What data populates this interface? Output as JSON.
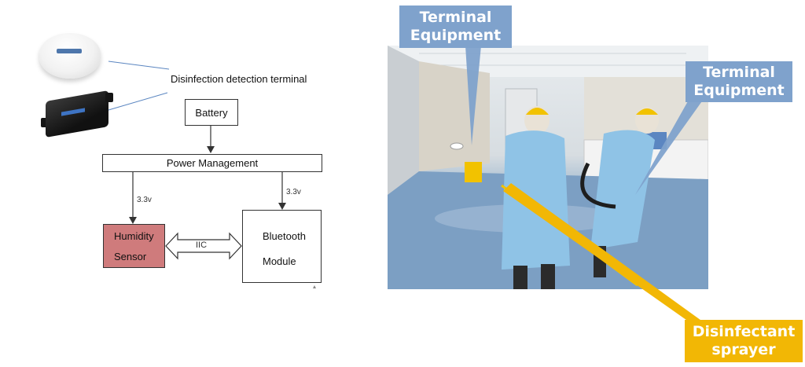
{
  "diagram": {
    "title": "Disinfection detection terminal",
    "battery": "Battery",
    "power": "Power Management",
    "volt_left": "3.3v",
    "volt_right": "3.3v",
    "humidity": [
      "Humidity",
      "Sensor"
    ],
    "bluetooth": [
      "Bluetooth",
      "Module"
    ],
    "bus": "IIC"
  },
  "callouts": {
    "terminal_1": [
      "Terminal",
      "Equipment"
    ],
    "terminal_2": [
      "Terminal",
      "Equipment"
    ],
    "sprayer": [
      "Disinfectant",
      "sprayer"
    ]
  },
  "colors": {
    "sensor_fill": "#cf7b7c",
    "callout_blue": "#7fa2cc",
    "callout_yellow": "#f2b705",
    "line_blue": "#5b86c1"
  }
}
